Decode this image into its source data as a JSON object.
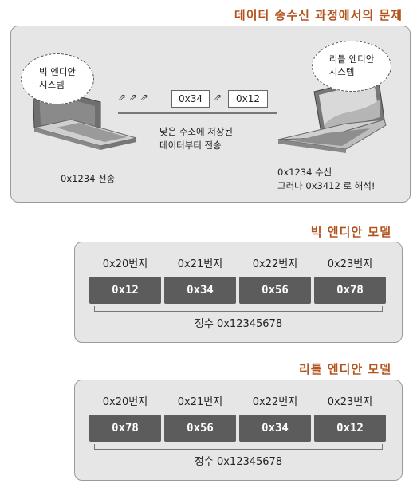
{
  "titles": {
    "transfer": "데이터 송수신 과정에서의 문제",
    "big_endian": "빅 엔디안 모델",
    "little_endian": "리틀 엔디안 모델"
  },
  "transfer": {
    "left_bubble": [
      "빅 엔디안",
      "시스템"
    ],
    "right_bubble": [
      "리틀 엔디안",
      "시스템"
    ],
    "chevrons": "⇗ ⇗ ⇗",
    "chevron_single": "⇗",
    "chip1": "0x34",
    "chip2": "0x12",
    "note": [
      "낮은 주소에 저장된",
      "데이터부터 전송"
    ],
    "left_caption": "0x1234 전송",
    "right_caption": [
      "0x1234 수신",
      "그러나 0x3412 로 해석!"
    ]
  },
  "big_endian": {
    "addresses": [
      "0x20번지",
      "0x21번지",
      "0x22번지",
      "0x23번지"
    ],
    "values": [
      "0x12",
      "0x34",
      "0x56",
      "0x78"
    ],
    "integer_label": "정수 0x12345678"
  },
  "little_endian": {
    "addresses": [
      "0x20번지",
      "0x21번지",
      "0x22번지",
      "0x23번지"
    ],
    "values": [
      "0x78",
      "0x56",
      "0x34",
      "0x12"
    ],
    "integer_label": "정수 0x12345678"
  }
}
